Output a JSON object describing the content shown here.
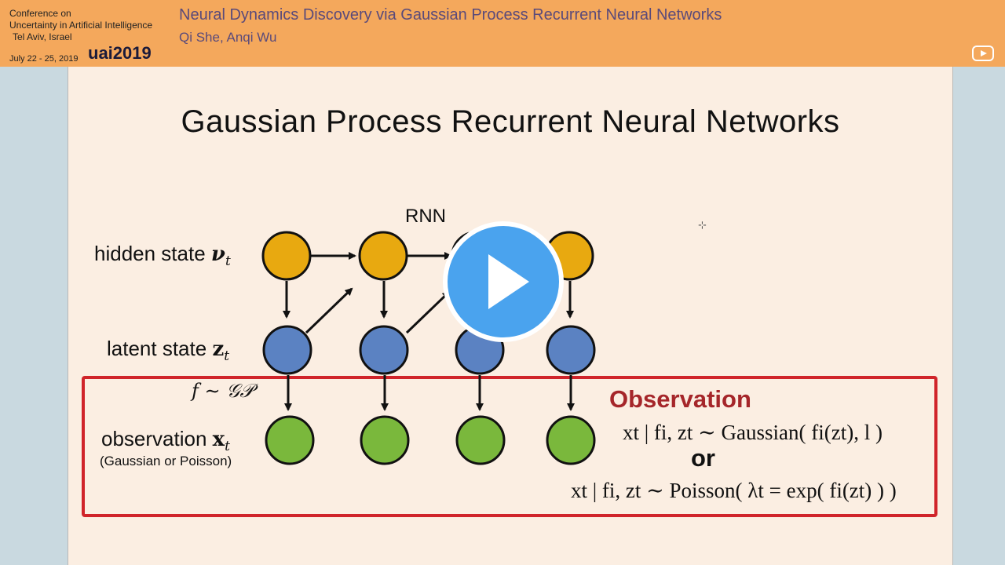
{
  "conference": {
    "line1": "Conference on",
    "line2": "Uncertainty in Artificial Intelligence",
    "line3": "Tel Aviv, Israel",
    "dates": "July 22 - 25, 2019",
    "brand": "uai2019"
  },
  "talk": {
    "title": "Neural Dynamics Discovery via Gaussian Process Recurrent Neural Networks",
    "authors": "Qi She, Anqi Wu"
  },
  "slide": {
    "title": "Gaussian Process Recurrent Neural Networks",
    "rnn_label": "RNN",
    "hidden_label": "hidden state",
    "hidden_symbol": "ν",
    "hidden_sub": "t",
    "latent_label": "latent state",
    "latent_symbol": "z",
    "latent_sub": "t",
    "gp_label": "f ∼ 𝒢𝒫",
    "observation_label": "observation",
    "observation_symbol": "x",
    "observation_sub": "t",
    "observation_note": "(Gaussian or Poisson)",
    "box_title": "Observation",
    "eq1": "xt | fi, zt ∼ Gaussian( fi(zt), l )",
    "or_text": "or",
    "eq2": "xt | fi, zt ∼ Poisson( λt = exp( fi(zt) ) )"
  },
  "colors": {
    "banner": "#f4a85c",
    "slide_bg": "#fbeee2",
    "hidden_node": "#e8a910",
    "latent_node": "#5b82c2",
    "observation_node": "#7ab83c",
    "observation_title": "#a5262a",
    "box_border": "#d0242a",
    "play_button": "#4aa3ee"
  },
  "icons": {
    "play": "play-button-icon",
    "logo": "youtube-logo-icon",
    "cursor": "crosshair-cursor-icon"
  }
}
